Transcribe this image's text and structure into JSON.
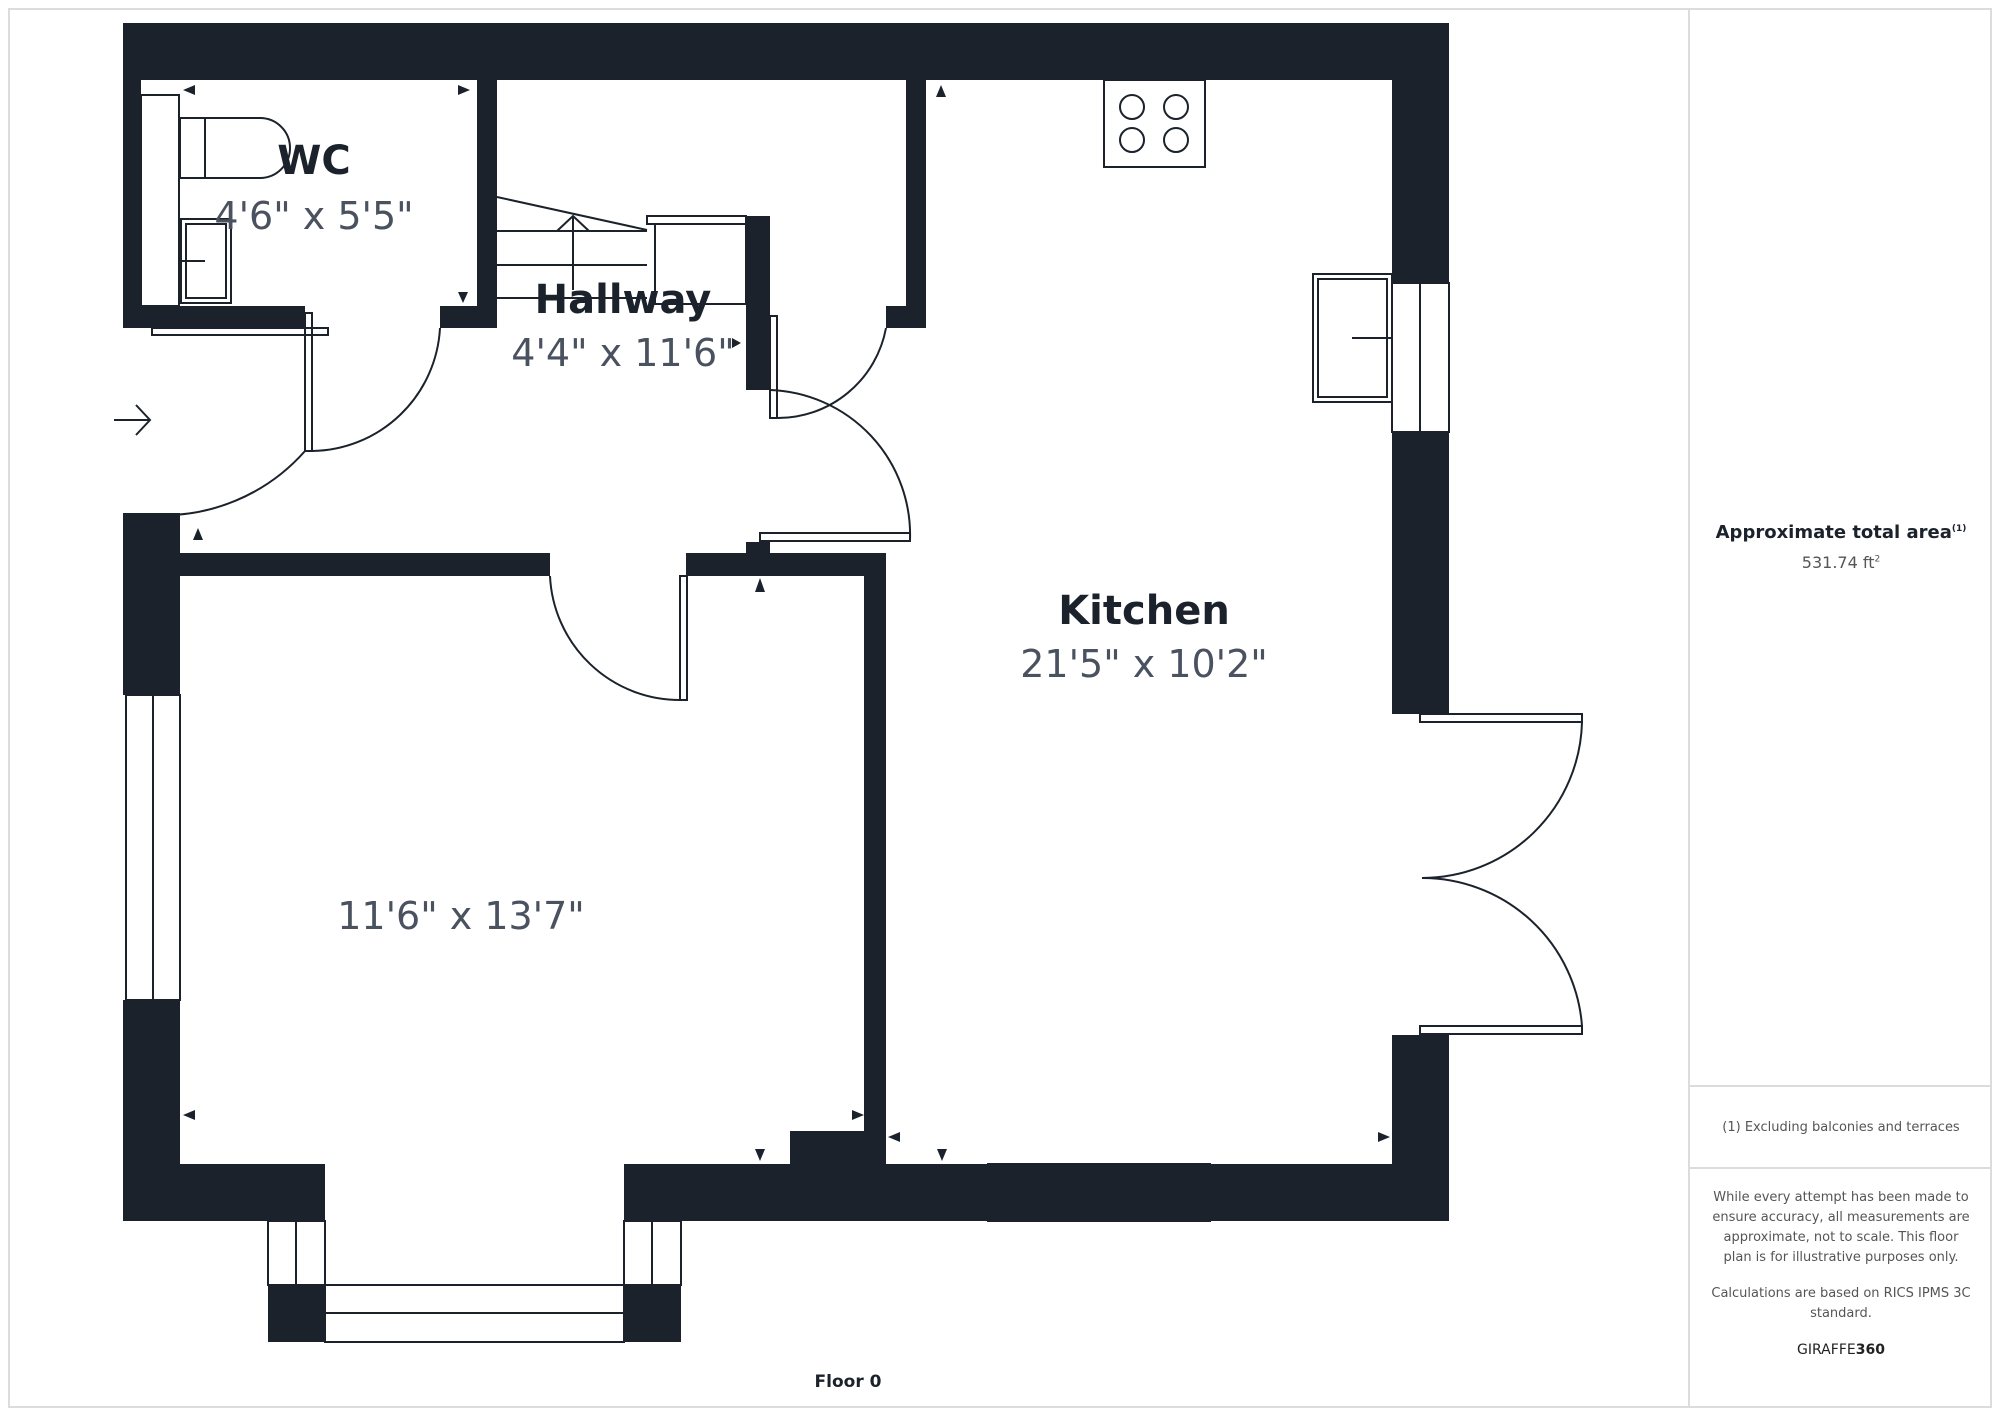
{
  "plan": {
    "floor_label": "Floor 0",
    "wall_color": "#1b222b",
    "rooms": [
      {
        "name": "WC",
        "dimensions": "4'6\" x 5'5\""
      },
      {
        "name": "Hallway",
        "dimensions": "4'4\" x 11'6\""
      },
      {
        "name": "Kitchen",
        "dimensions": "21'5\" x 10'2\""
      },
      {
        "name": "",
        "dimensions": "11'6\" x 13'7\""
      }
    ],
    "icons": [
      "entrance-arrow-icon",
      "hob-icon",
      "sink-icon",
      "toilet-icon",
      "basin-icon",
      "stairs-icon"
    ]
  },
  "sidebar": {
    "area_title": "Approximate total area",
    "area_footnote_mark": "(1)",
    "area_value": "531.74 ft",
    "area_unit_sup": "2",
    "footnote": "(1) Excluding balconies and terraces",
    "disclaimer_1": "While every attempt has been made to ensure accuracy, all measurements are approximate, not to scale. This floor plan is for illustrative purposes only.",
    "disclaimer_2": "Calculations are based on RICS IPMS 3C standard.",
    "brand_left": "GIRAFFE",
    "brand_right": "360"
  }
}
